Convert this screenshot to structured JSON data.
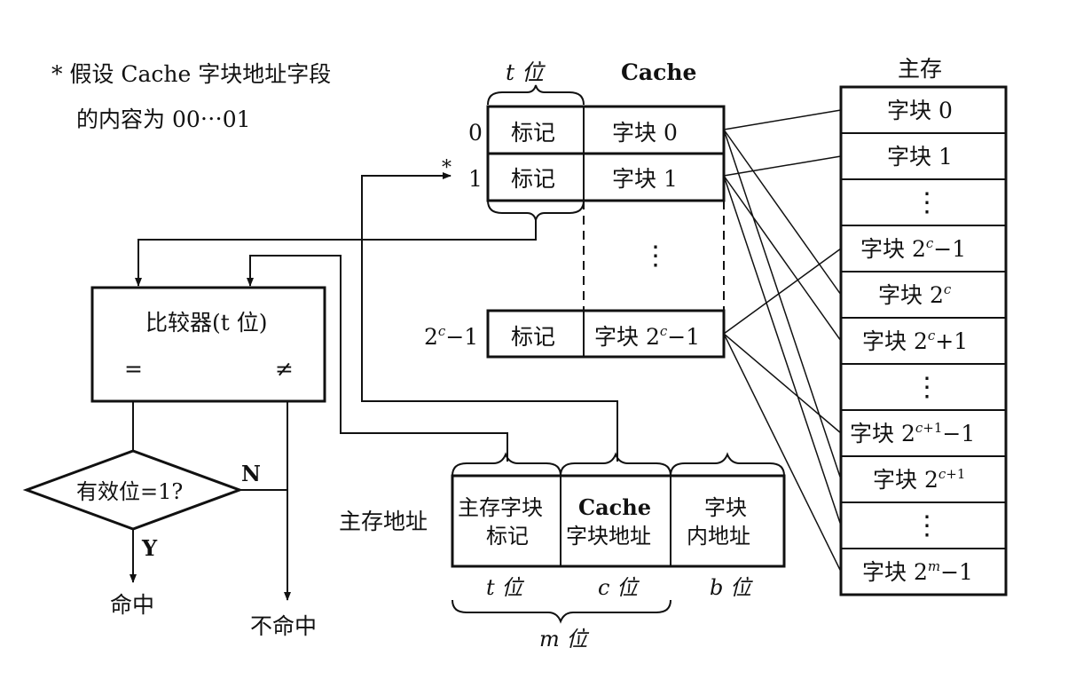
{
  "note": {
    "line1": "* 假设 Cache 字块地址字段",
    "line2": "的内容为 00⋯01"
  },
  "cache": {
    "title": "Cache",
    "t_brace_label": "t 位",
    "rows": [
      {
        "index": "0",
        "tag": "标记",
        "block": "字块 0"
      },
      {
        "index": "1",
        "tag": "标记",
        "block": "字块 1"
      },
      {
        "index": "2^c−1",
        "tag": "标记",
        "block": "字块 2^c−1"
      }
    ],
    "star": "*",
    "ellipsis": "⋮"
  },
  "main_memory": {
    "title": "主存",
    "blocks": [
      "字块 0",
      "字块 1",
      "⋮",
      "字块 2^c−1",
      "字块 2^c",
      "字块 2^c+1",
      "⋮",
      "字块 2^(c+1)−1",
      "字块 2^(c+1)",
      "⋮",
      "字块 2^m−1"
    ]
  },
  "comparator": {
    "label": "比较器(t 位)",
    "eq": "=",
    "neq": "≠"
  },
  "decision": {
    "label": "有效位=1?",
    "no": "N",
    "yes": "Y",
    "hit": "命中",
    "miss": "不命中"
  },
  "address": {
    "label": "主存地址",
    "fields": [
      {
        "line1": "主存字块",
        "line2": "标记",
        "width": "t 位"
      },
      {
        "line1": "Cache",
        "line2": "字块地址",
        "width": "c 位"
      },
      {
        "line1": "字块",
        "line2": "内地址",
        "width": "b 位"
      }
    ],
    "total": "m 位"
  }
}
